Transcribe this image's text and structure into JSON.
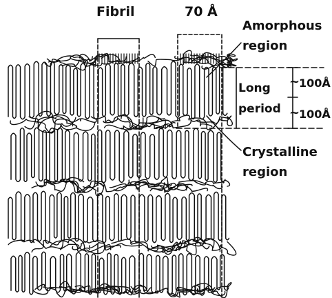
{
  "labels": {
    "fibril": "Fibril",
    "fibril_width": "70 Å",
    "amorphous_line1": "Amorphous",
    "amorphous_line2": "region",
    "long_period_line1": "Long",
    "long_period_line2": "period",
    "tilde": "~",
    "upper_spacing": "100Å",
    "lower_spacing": "100Å",
    "crystalline_line1": "Crystalline",
    "crystalline_line2": "region"
  },
  "colors": {
    "ink": "#111111",
    "background": "#ffffff"
  }
}
